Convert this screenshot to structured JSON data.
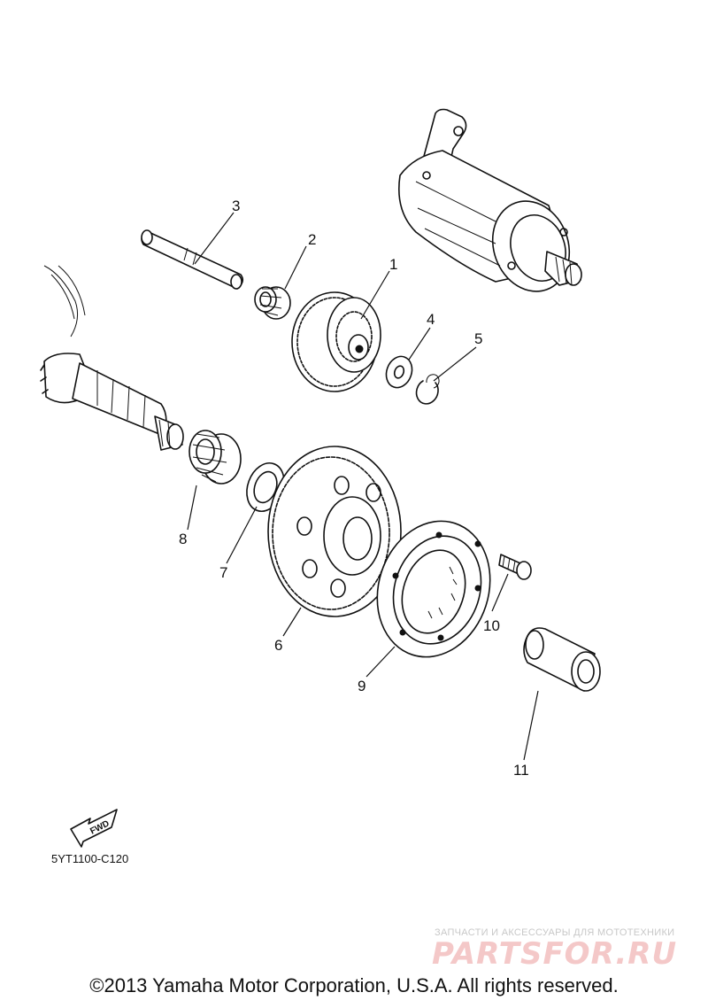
{
  "diagram": {
    "callouts": {
      "c1": "1",
      "c2": "2",
      "c3": "3",
      "c4": "4",
      "c5": "5",
      "c6": "6",
      "c7": "7",
      "c8": "8",
      "c9": "9",
      "c10": "10",
      "c11": "11"
    },
    "fwd_label": "FWD",
    "diagram_code": "5YT1100-C120"
  },
  "watermark": {
    "tagline": "ЗАПЧАСТИ И АКСЕССУАРЫ ДЛЯ МОТОТЕХНИКИ",
    "logo": "PARTSFOR.RU"
  },
  "footer": {
    "copyright": "©2013 Yamaha Motor Corporation, U.S.A. All rights reserved."
  },
  "colors": {
    "ink": "#111111",
    "background": "#ffffff",
    "watermark_logo": "#f4c8c8",
    "watermark_text": "#c8c8c8"
  }
}
